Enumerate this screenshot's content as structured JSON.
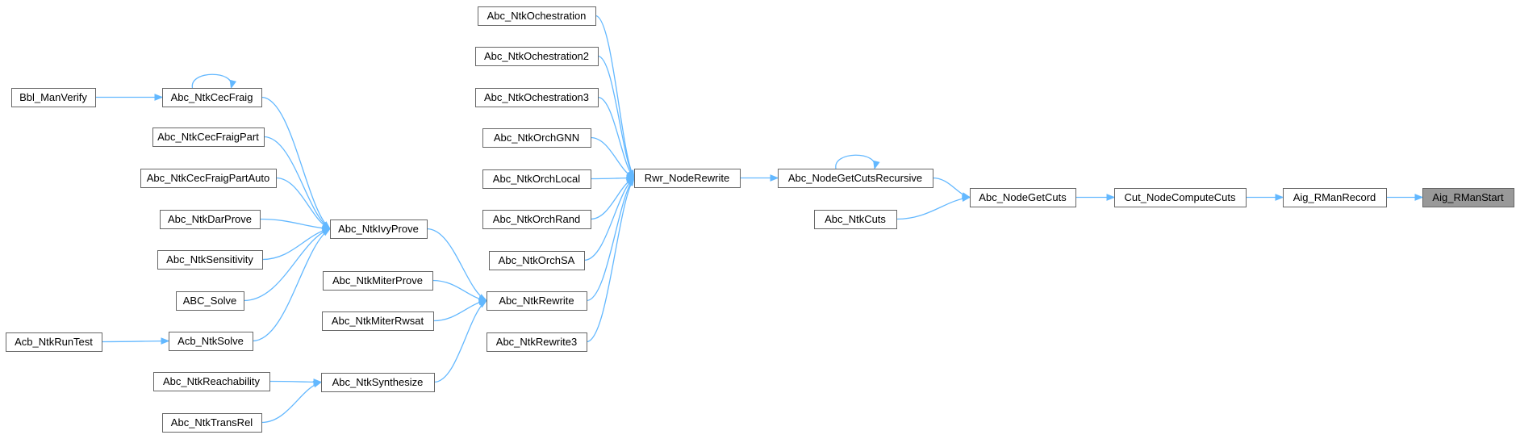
{
  "graph": {
    "edge_color": "#63b8ff",
    "node_border_color": "#666666",
    "focus_fill": "#999999",
    "nodes": {
      "abc-ntk-ochestration": "Abc_NtkOchestration",
      "abc-ntk-ochestration2": "Abc_NtkOchestration2",
      "abc-ntk-ochestration3": "Abc_NtkOchestration3",
      "abc-ntk-orch-gnn": "Abc_NtkOrchGNN",
      "abc-ntk-orch-local": "Abc_NtkOrchLocal",
      "abc-ntk-orch-rand": "Abc_NtkOrchRand",
      "abc-ntk-orch-sa": "Abc_NtkOrchSA",
      "abc-ntk-rewrite3": "Abc_NtkRewrite3",
      "rwr-node-rewrite": "Rwr_NodeRewrite",
      "abc-ntk-rewrite": "Abc_NtkRewrite",
      "abc-ntk-miter-prove": "Abc_NtkMiterProve",
      "abc-ntk-miter-rwsat": "Abc_NtkMiterRwsat",
      "abc-ntk-ivy-prove": "Abc_NtkIvyProve",
      "abc-ntk-synthesize": "Abc_NtkSynthesize",
      "abc-ntk-cec-fraig": "Abc_NtkCecFraig",
      "abc-ntk-cec-fraig-part": "Abc_NtkCecFraigPart",
      "abc-ntk-cec-fraig-part-auto": "Abc_NtkCecFraigPartAuto",
      "abc-ntk-dar-prove": "Abc_NtkDarProve",
      "abc-ntk-sensitivity": "Abc_NtkSensitivity",
      "abc-solve": "ABC_Solve",
      "acb-ntk-solve": "Acb_NtkSolve",
      "bbl-man-verify": "Bbl_ManVerify",
      "acb-ntk-run-test": "Acb_NtkRunTest",
      "abc-ntk-reachability": "Abc_NtkReachability",
      "abc-ntk-trans-rel": "Abc_NtkTransRel",
      "abc-node-get-cuts-recursive": "Abc_NodeGetCutsRecursive",
      "abc-ntk-cuts": "Abc_NtkCuts",
      "abc-node-get-cuts": "Abc_NodeGetCuts",
      "cut-node-compute-cuts": "Cut_NodeComputeCuts",
      "aig-rman-record": "Aig_RManRecord",
      "aig-rman-start": "Aig_RManStart"
    },
    "edges": [
      [
        "abc-ntk-ochestration",
        "rwr-node-rewrite"
      ],
      [
        "abc-ntk-ochestration2",
        "rwr-node-rewrite"
      ],
      [
        "abc-ntk-ochestration3",
        "rwr-node-rewrite"
      ],
      [
        "abc-ntk-orch-gnn",
        "rwr-node-rewrite"
      ],
      [
        "abc-ntk-orch-local",
        "rwr-node-rewrite"
      ],
      [
        "abc-ntk-orch-rand",
        "rwr-node-rewrite"
      ],
      [
        "abc-ntk-orch-sa",
        "rwr-node-rewrite"
      ],
      [
        "abc-ntk-rewrite",
        "rwr-node-rewrite"
      ],
      [
        "abc-ntk-rewrite3",
        "rwr-node-rewrite"
      ],
      [
        "abc-ntk-ivy-prove",
        "abc-ntk-rewrite"
      ],
      [
        "abc-ntk-miter-prove",
        "abc-ntk-rewrite"
      ],
      [
        "abc-ntk-miter-rwsat",
        "abc-ntk-rewrite"
      ],
      [
        "abc-ntk-synthesize",
        "abc-ntk-rewrite"
      ],
      [
        "abc-ntk-cec-fraig",
        "abc-ntk-ivy-prove"
      ],
      [
        "abc-ntk-cec-fraig-part",
        "abc-ntk-ivy-prove"
      ],
      [
        "abc-ntk-cec-fraig-part-auto",
        "abc-ntk-ivy-prove"
      ],
      [
        "abc-ntk-dar-prove",
        "abc-ntk-ivy-prove"
      ],
      [
        "abc-ntk-sensitivity",
        "abc-ntk-ivy-prove"
      ],
      [
        "abc-solve",
        "abc-ntk-ivy-prove"
      ],
      [
        "acb-ntk-solve",
        "abc-ntk-ivy-prove"
      ],
      [
        "bbl-man-verify",
        "abc-ntk-cec-fraig"
      ],
      [
        "acb-ntk-run-test",
        "acb-ntk-solve"
      ],
      [
        "abc-ntk-reachability",
        "abc-ntk-synthesize"
      ],
      [
        "abc-ntk-trans-rel",
        "abc-ntk-synthesize"
      ],
      [
        "rwr-node-rewrite",
        "abc-node-get-cuts-recursive"
      ],
      [
        "abc-node-get-cuts-recursive",
        "abc-node-get-cuts"
      ],
      [
        "abc-ntk-cuts",
        "abc-node-get-cuts"
      ],
      [
        "abc-node-get-cuts",
        "cut-node-compute-cuts"
      ],
      [
        "cut-node-compute-cuts",
        "aig-rman-record"
      ],
      [
        "aig-rman-record",
        "aig-rman-start"
      ]
    ],
    "self_loops": [
      "abc-ntk-cec-fraig",
      "abc-node-get-cuts-recursive"
    ],
    "focus_node": "aig-rman-start"
  }
}
